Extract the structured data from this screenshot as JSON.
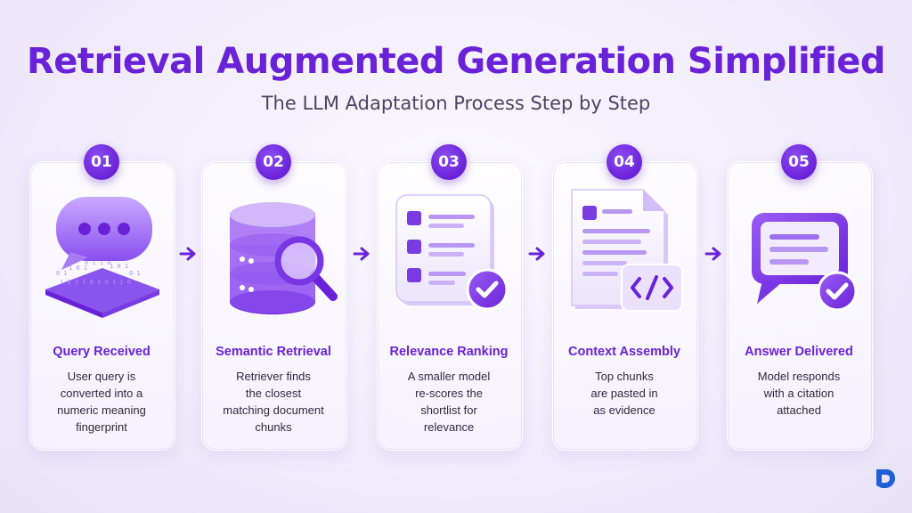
{
  "title": "Retrieval Augmented Generation Simplified",
  "subtitle": "The LLM Adaptation Process Step by Step",
  "colors": {
    "accent": "#6a22d8",
    "accent_light": "#a57ef0",
    "text": "#2f2b3f",
    "background": "#f3effb"
  },
  "steps": [
    {
      "number": "01",
      "title": "Query Received",
      "icon": "chat-bubble-binary-icon",
      "desc": [
        "User query is",
        "converted into a",
        "numeric meaning",
        "fingerprint"
      ]
    },
    {
      "number": "02",
      "title": "Semantic Retrieval",
      "icon": "database-magnifier-icon",
      "desc": [
        "Retriever finds",
        "the closest",
        "matching document",
        "chunks"
      ]
    },
    {
      "number": "03",
      "title": "Relevance Ranking",
      "icon": "ranked-list-check-icon",
      "desc": [
        "A smaller model",
        "re-scores the",
        "shortlist for",
        "relevance"
      ]
    },
    {
      "number": "04",
      "title": "Context Assembly",
      "icon": "document-code-icon",
      "desc": [
        "Top chunks",
        "are pasted in",
        "as evidence"
      ]
    },
    {
      "number": "05",
      "title": "Answer Delivered",
      "icon": "message-check-icon",
      "desc": [
        "Model responds",
        "with a citation",
        "attached"
      ]
    }
  ]
}
